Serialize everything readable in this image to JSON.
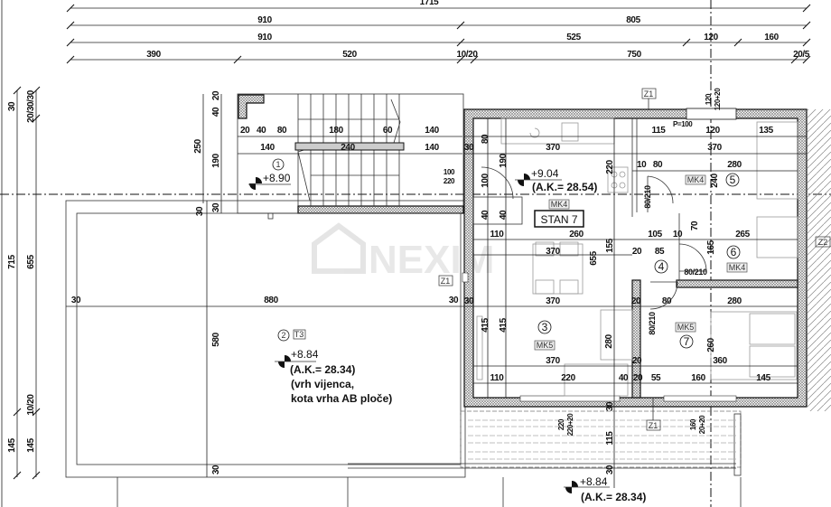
{
  "top_dimensions": {
    "row1": [
      "1715"
    ],
    "row2": [
      "910",
      "805"
    ],
    "row3": [
      "910",
      "525",
      "120",
      "160"
    ],
    "row4": [
      "390",
      "520",
      "10/20",
      "750",
      "20/5"
    ]
  },
  "left_dimensions": [
    "30",
    "20/30/30",
    "715",
    "655",
    "145",
    "145",
    "10/20"
  ],
  "stair_dimensions": [
    "20",
    "40",
    "80",
    "180",
    "60",
    "140",
    "240",
    "140",
    "250",
    "190",
    "40",
    "20",
    "30"
  ],
  "apartment_dimensions": {
    "kitchen": [
      "80",
      "370",
      "30",
      "100",
      "220",
      "100",
      "190",
      "220",
      "10",
      "40",
      "40"
    ],
    "room5": [
      "115",
      "P=100",
      "120",
      "135",
      "370",
      "10",
      "80",
      "280",
      "240",
      "80/210",
      "120",
      "120+20"
    ],
    "living": [
      "110",
      "260",
      "370",
      "655",
      "155",
      "370",
      "415",
      "415",
      "30",
      "370",
      "280",
      "110",
      "220",
      "40"
    ],
    "hall": [
      "105",
      "10",
      "20",
      "85",
      "70",
      "165",
      "80/210",
      "265",
      "20"
    ],
    "room7": [
      "20",
      "80",
      "80/210",
      "280",
      "260",
      "20",
      "360",
      "20",
      "55",
      "160",
      "145"
    ],
    "balcony": [
      "30",
      "220",
      "220+20",
      "115",
      "30",
      "160",
      "20+20"
    ]
  },
  "terrace_dimensions": [
    "30",
    "880",
    "30",
    "580",
    "30",
    "30"
  ],
  "rooms": [
    {
      "number": "1",
      "elevation": "+8.90"
    },
    {
      "number": "2",
      "tag": "T3",
      "elevation": "+8.84",
      "absolute": "(A.K.= 28.34)",
      "note_line1": "(vrh vijenca,",
      "note_line2": "kota vrha AB ploče)"
    },
    {
      "number": "3",
      "tag": "MK5"
    },
    {
      "number": "4"
    },
    {
      "number": "5",
      "tag": "MK4"
    },
    {
      "number": "6",
      "tag": "MK4"
    },
    {
      "number": "7",
      "tag": "MK5"
    }
  ],
  "kitchen": {
    "elevation": "+9.04",
    "absolute": "(A.K.= 28.54)",
    "tag": "MK4"
  },
  "apartment_label": "STAN 7",
  "balcony": {
    "elevation": "+8.84",
    "absolute": "(A.K.= 28.34)"
  },
  "markers": [
    "Z1",
    "Z1",
    "Z1",
    "Z2"
  ],
  "watermark": "NEXIM"
}
